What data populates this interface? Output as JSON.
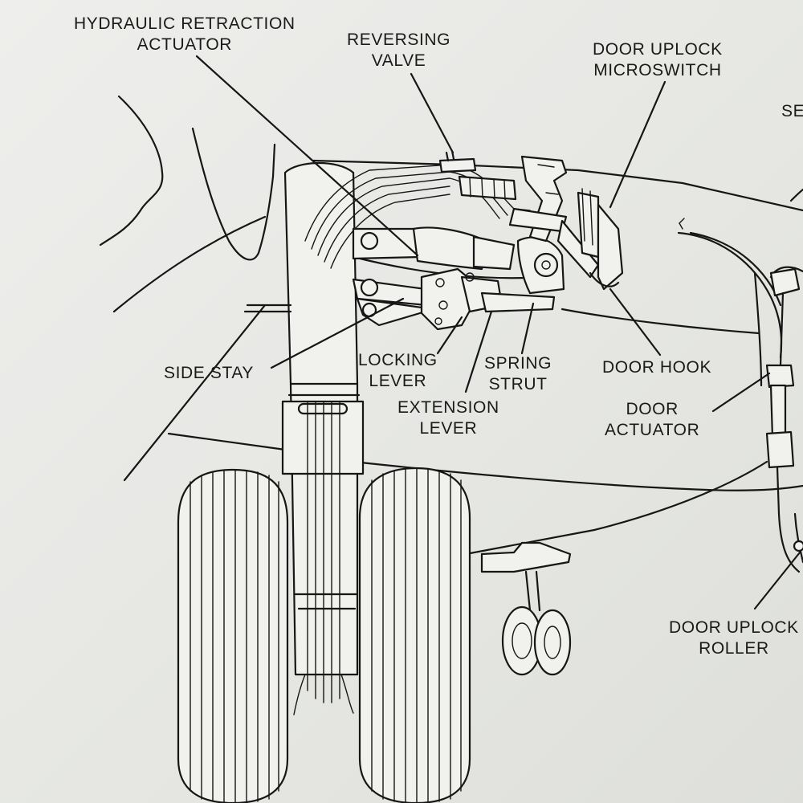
{
  "labels": {
    "hydraulic_retraction_actuator": [
      "HYDRAULIC RETRACTION",
      "ACTUATOR"
    ],
    "reversing_valve": [
      "REVERSING",
      "VALVE"
    ],
    "door_uplock_microswitch": [
      "DOOR UPLOCK",
      "MICROSWITCH"
    ],
    "partial_right": "SE",
    "side_stay": "SIDE STAY",
    "locking_lever": [
      "LOCKING",
      "LEVER"
    ],
    "spring_strut": [
      "SPRING",
      "STRUT"
    ],
    "door_hook": "DOOR HOOK",
    "extension_lever": [
      "EXTENSION",
      "LEVER"
    ],
    "door_actuator": [
      "DOOR",
      "ACTUATOR"
    ],
    "door_uplock_roller": [
      "DOOR UPLOCK",
      "ROLLER"
    ]
  },
  "colors": {
    "ink": "#161616",
    "paper": "#e9eae6"
  }
}
